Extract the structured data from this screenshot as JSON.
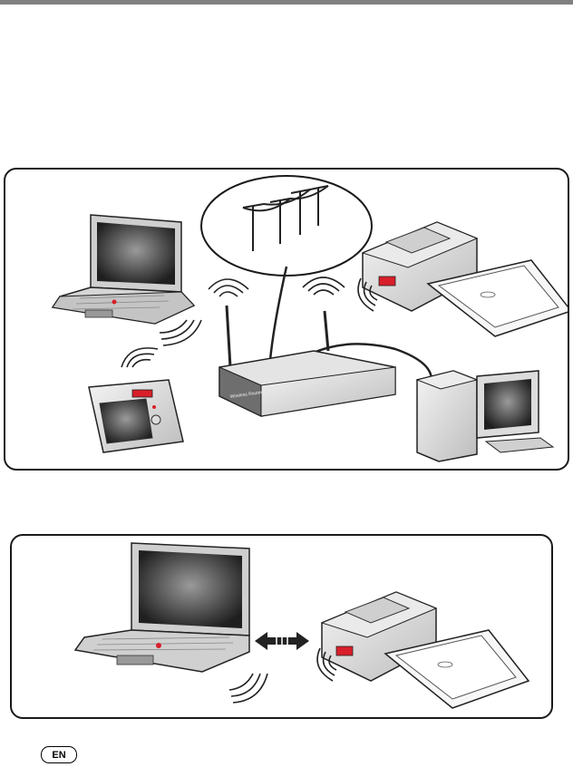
{
  "page": {
    "language_badge": "EN",
    "router_label": "Wireless Router"
  },
  "figures": [
    {
      "id": "network-connection",
      "icons": [
        "laptop-icon",
        "camera-icon",
        "router-icon",
        "internet-cloud-icon",
        "photo-printer-dock-icon",
        "desktop-computer-icon",
        "wireless-signal-icon"
      ]
    },
    {
      "id": "direct-connection",
      "icons": [
        "laptop-icon",
        "double-arrow-icon",
        "photo-printer-dock-icon",
        "wireless-signal-icon"
      ]
    }
  ],
  "colors": {
    "accent_red": "#d81f2a",
    "outline": "#1a1a1a",
    "device_gray": "#d8d8d8",
    "rule_gray": "#808080"
  }
}
